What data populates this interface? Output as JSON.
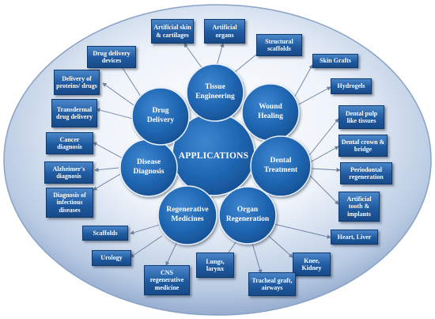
{
  "diagram": {
    "center": "APPLICATIONS",
    "hubs": {
      "tissue_engineering": "Tissue Engineering",
      "wound_healing": "Wound Healing",
      "dental_treatment": "Dental Treatment",
      "organ_regeneration": "Organ Regeneration",
      "regenerative_medicines": "Regenerative Medicines",
      "disease_diagnosis": "Disease Diagnosis",
      "drug_delivery": "Drug Delivery"
    },
    "boxes": {
      "artificial_skin": "Artificial skin & cartilages",
      "artificial_organs": "Artificial organs",
      "structural_scaffolds": "Structural scaffolds",
      "skin_grafts": "Skin Grafts",
      "hydrogels": "Hydrogels",
      "dental_pulp": "Dental pulp like tissues",
      "dental_crown": "Dental crown & bridge",
      "periodontal": "Periodontal regeneration",
      "artificial_tooth": "Artificial tooth & implants",
      "heart_liver": "Heart, Liver",
      "knee_kidney": "Knee, Kidney",
      "tracheal": "Tracheal graft, airways",
      "lungs_larynx": "Lungs, larynx",
      "cns": "CNS regenerative medicine",
      "urology": "Urology",
      "scaffolds": "Scaffolds",
      "infectious": "Diagnosis of infectious diseases",
      "alzheimers": "Alzheimer's diagnosis",
      "cancer": "Cancer diagnosis",
      "transdermal": "Transdermal drug delivery",
      "proteins": "Delivery of proteins/ drugs",
      "drug_devices": "Drug delivery devices"
    }
  }
}
